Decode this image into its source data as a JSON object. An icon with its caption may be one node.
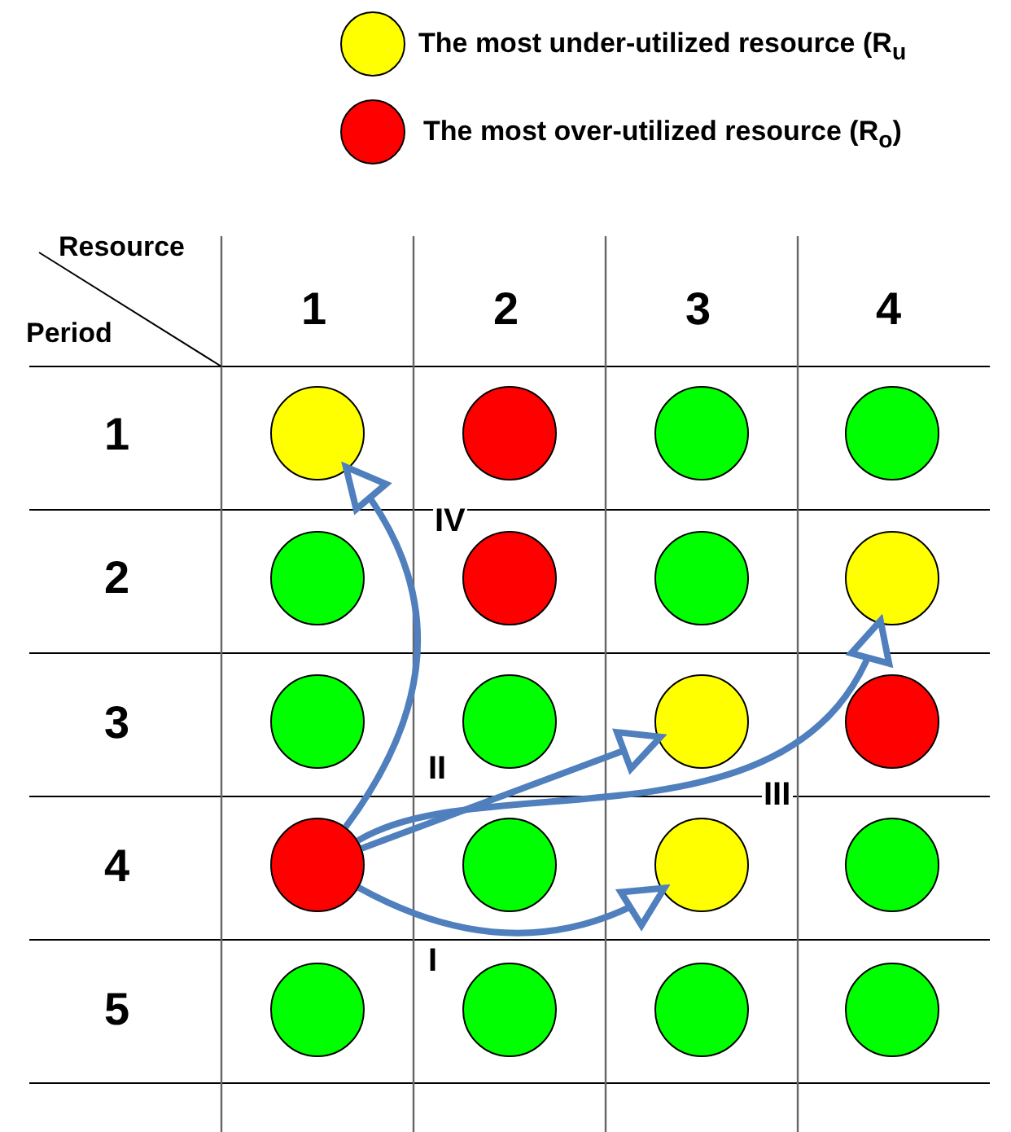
{
  "diagram": {
    "nodes": [
      {
        "text": [],
        "shape": "circle"
      },
      {
        "text": [],
        "shape": "circle"
      },
      {
        "text": [],
        "shape": "circle"
      },
      {
        "text": [],
        "shape": "circle"
      },
      {
        "text": [],
        "shape": "circle"
      },
      {
        "text": [],
        "shape": "circle"
      },
      {
        "text": [],
        "shape": "circle"
      },
      {
        "text": [],
        "shape": "circle"
      },
      {
        "text": [],
        "shape": "circle"
      },
      {
        "text": [],
        "shape": "circle"
      },
      {
        "text": [],
        "shape": "circle"
      },
      {
        "text": [],
        "shape": "circle"
      },
      {
        "text": [],
        "shape": "circle"
      },
      {
        "text": [],
        "shape": "circle"
      },
      {
        "text": [],
        "shape": "circle"
      },
      {
        "text": [],
        "shape": "circle"
      },
      {
        "text": [],
        "shape": "circle"
      },
      {
        "text": [],
        "shape": "circle"
      },
      {
        "text": [],
        "shape": "circle"
      },
      {
        "text": [],
        "shape": "circle"
      }
    ],
    "edges": [
      {
        "from": 12,
        "to": 14,
        "arrow": "to",
        "label": "I"
      },
      {
        "from": 12,
        "to": 10,
        "arrow": "to",
        "label": "II"
      },
      {
        "from": 12,
        "to": 7,
        "arrow": "to",
        "label": "III"
      },
      {
        "from": 12,
        "to": 0,
        "arrow": "to",
        "label": "IV"
      }
    ],
    "labels": [
      "Resource",
      "Period",
      "1",
      "2",
      "3",
      "4",
      "1",
      "2",
      "3",
      "4",
      "5"
    ],
    "legend": [
      {
        "text": "The most under-utilized resource (R$_{u}$",
        "color": "#ffff00"
      },
      {
        "text": "The most over-utilized resource (R$_{o}$)",
        "color": "#ff0000"
      }
    ]
  }
}
